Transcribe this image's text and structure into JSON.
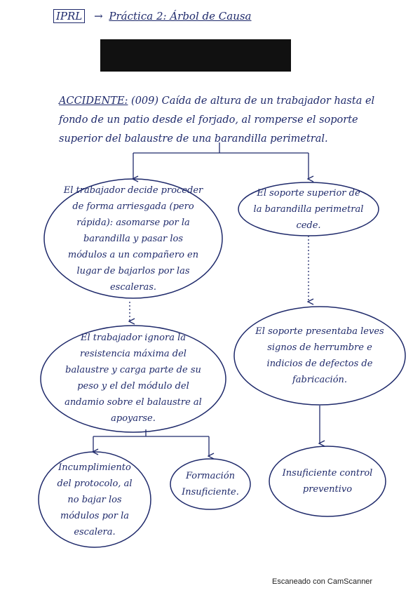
{
  "header": {
    "code": "IPRL",
    "arrow": "→",
    "title": "Práctica 2: Árbol de Causa"
  },
  "accident": {
    "label": "ACCIDENTE:",
    "text": "(009) Caída de altura de un trabajador hasta el fondo de un patio desde el forjado, al romperse el soporte superior del balaustre de una barandilla perimetral."
  },
  "nodes": {
    "decision": "El trabajador decide proceder de forma arriesgada (pero rápida): asomarse por la barandilla y pasar los módulos a un compañero en lugar de bajarlos por las escaleras.",
    "support_fails": "El soporte superior de la barandilla perimetral cede.",
    "ignores_resistance": "El trabajador ignora la resistencia máxima del balaustre y carga parte de su peso y el del módulo del andamio sobre el balaustre al apoyarse.",
    "rust_defects": "El soporte presentaba leves signos de herrumbre e indicios de defectos de fabricación.",
    "protocol_breach": "Incumplimiento del protocolo, al no bajar los módulos por la escalera.",
    "training": "Formación Insuficiente.",
    "preventive_control": "Insuficiente control preventivo"
  },
  "footer": {
    "scanner": "Escaneado con CamScanner"
  },
  "colors": {
    "ink": "#1f2a6b",
    "redaction": "#111111"
  }
}
